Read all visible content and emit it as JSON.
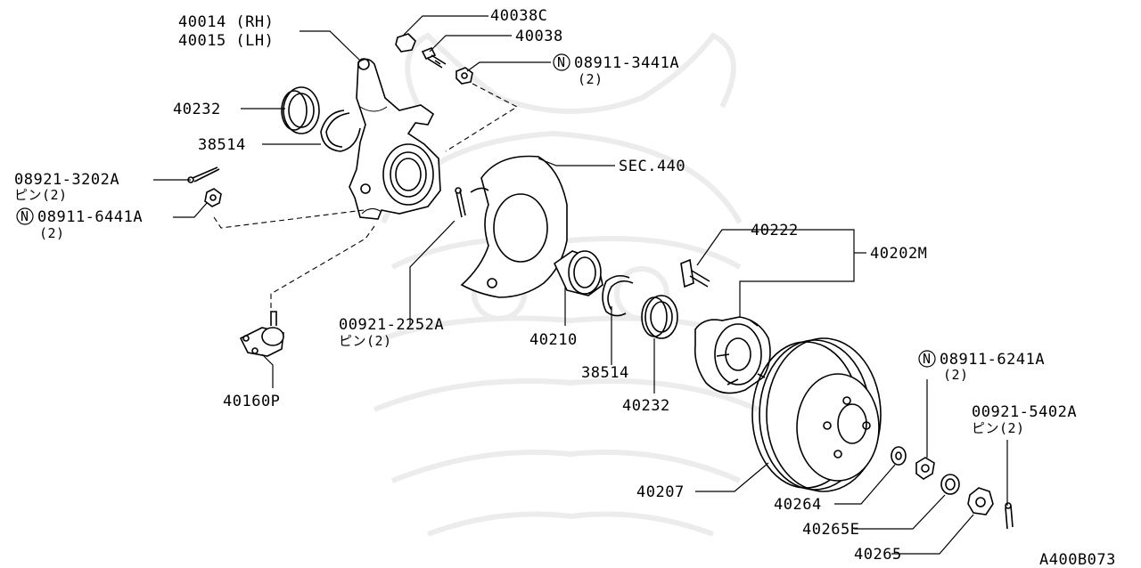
{
  "diagram": {
    "code": "A400B073",
    "labels": {
      "knuckle_rh": "40014 (RH)",
      "knuckle_lh": "40015 (LH)",
      "nut_40038c": "40038C",
      "bolt_40038": "40038",
      "nut_3441": "08911-3441A",
      "nut_3441_qty": "(2)",
      "seal_40232_a": "40232",
      "snap_38514_a": "38514",
      "pin_3202": "08921-3202A",
      "pin_3202_qty": "ピン(2)",
      "nut_6441": "08911-6441A",
      "nut_6441_qty": "(2)",
      "pin_2252": "00921-2252A",
      "pin_2252_qty": "ピン(2)",
      "balljoint": "40160P",
      "sec440": "SEC.440",
      "bolt_40222": "40222",
      "hub_40202m": "40202M",
      "bearing_40210": "40210",
      "snap_38514_b": "38514",
      "seal_40232_b": "40232",
      "nut_6241": "08911-6241A",
      "nut_6241_qty": "(2)",
      "pin_5402": "00921-5402A",
      "pin_5402_qty": "ピン(2)",
      "rotor_40207": "40207",
      "washer_40264": "40264",
      "washer_40265e": "40265E",
      "cap_40265": "40265",
      "n_mark": "N"
    }
  }
}
